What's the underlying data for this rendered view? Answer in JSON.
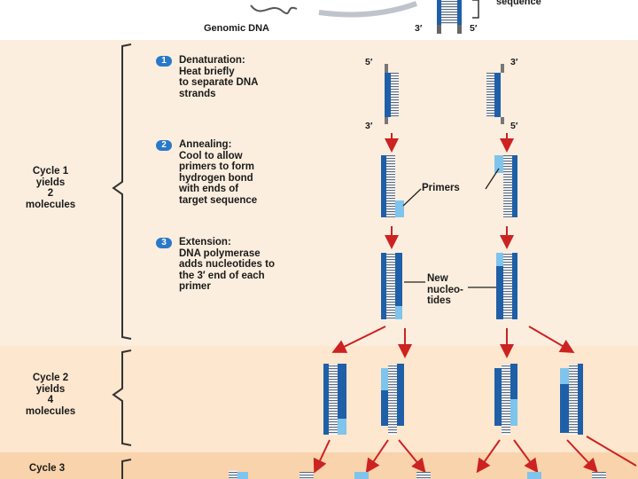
{
  "header": {
    "genomic_label": "Genomic DNA",
    "sequence_label": "sequence",
    "end3": "3′",
    "end5": "5′"
  },
  "cycles": [
    {
      "label": "Cycle 1\nyields\n2\nmolecules"
    },
    {
      "label": "Cycle 2\nyields\n4\nmolecules"
    },
    {
      "label": "Cycle 3"
    }
  ],
  "steps": [
    {
      "num": "1",
      "text": "Denaturation:\nHeat briefly\nto separate DNA\nstrands"
    },
    {
      "num": "2",
      "text": "Annealing:\nCool to allow\nprimers to form\nhydrogen bond\nwith ends of\ntarget sequence"
    },
    {
      "num": "3",
      "text": "Extension:\nDNA polymerase\nadds nucleotides to\nthe 3′ end of each\nprimer"
    }
  ],
  "strand_ends": {
    "left_top": "5′",
    "right_top": "3′",
    "left_bottom": "3′",
    "right_bottom": "5′"
  },
  "callouts": {
    "primers": "Primers",
    "new_nucleotides": "New\nnucleo-\ntides"
  },
  "colors": {
    "background_cycle1": "#fbeede",
    "background_cycle2": "#fde7cf",
    "background_cycle3": "#f9d3ab",
    "strand_dark": "#1f5fa8",
    "strand_light": "#7fc4ec",
    "arrow_red": "#cc2222",
    "badge_blue": "#2a78c8"
  }
}
